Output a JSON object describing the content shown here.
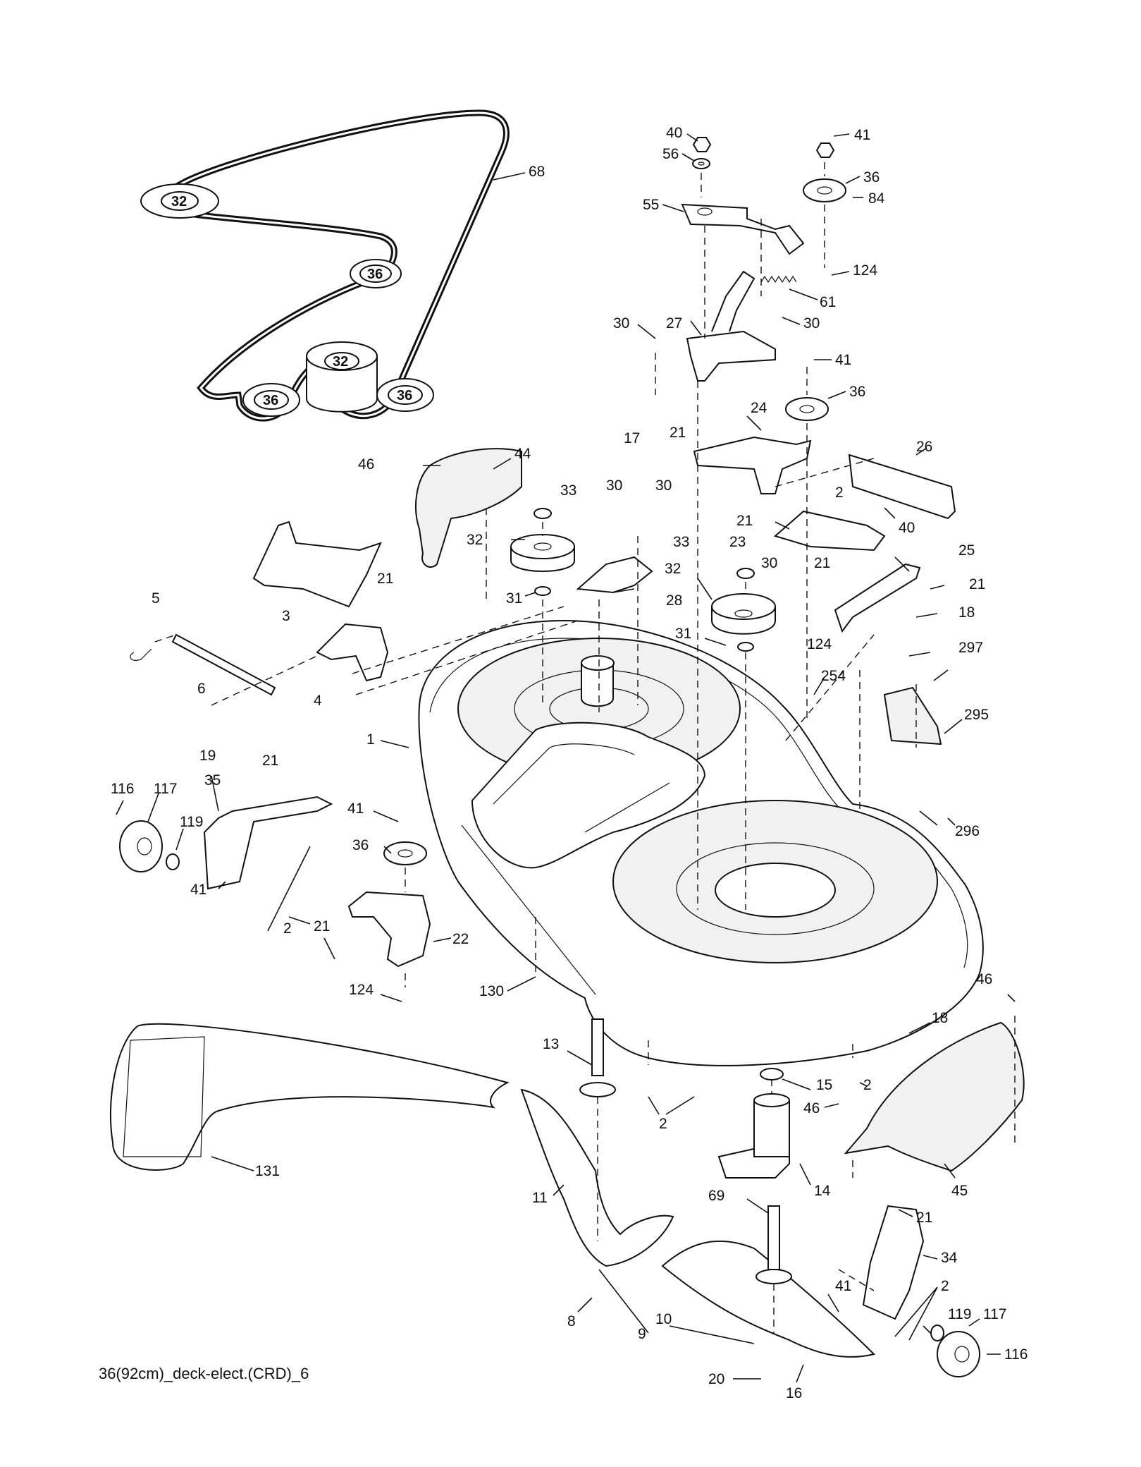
{
  "caption": "36(92cm)_deck-elect.(CRD)_6",
  "belt_labels": {
    "pulley_a": "32",
    "pulley_b": "36",
    "pulley_c": "32",
    "pulley_d": "36",
    "pulley_e": "36",
    "belt": "68"
  },
  "callouts": {
    "c40": "40",
    "c56": "56",
    "c55": "55",
    "c41a": "41",
    "c36a": "36",
    "c84": "84",
    "c124a": "124",
    "c61": "61",
    "c30a": "30",
    "c27": "27",
    "c30b": "30",
    "c41b": "41",
    "c36b": "36",
    "c24": "24",
    "c21a": "21",
    "c17": "17",
    "c26": "26",
    "c46a": "46",
    "c44": "44",
    "c33a": "33",
    "c30c": "30",
    "c30d": "30",
    "c2a": "2",
    "c40b": "40",
    "c21b": "21",
    "c23": "23",
    "c33b": "33",
    "c30e": "30",
    "c21c": "21",
    "c25": "25",
    "c21d": "21",
    "c32a": "32",
    "c32b": "32",
    "c18a": "18",
    "c5": "5",
    "c3": "3",
    "c21e": "21",
    "c31a": "31",
    "c28": "28",
    "c31b": "31",
    "c124b": "124",
    "c297": "297",
    "c6": "6",
    "c4": "4",
    "c254": "254",
    "c295": "295",
    "c1": "1",
    "c19": "19",
    "c21f": "21",
    "c35": "35",
    "c116a": "116",
    "c117a": "117",
    "c119a": "119",
    "c41c": "41",
    "c36c": "36",
    "c296": "296",
    "c41d": "41",
    "c2b": "2",
    "c21g": "21",
    "c22": "22",
    "c124c": "124",
    "c130": "130",
    "c46b": "46",
    "c18b": "18",
    "c13": "13",
    "c15": "15",
    "c2c": "2",
    "c46c": "46",
    "c2d": "2",
    "c131": "131",
    "c11": "11",
    "c14": "14",
    "c45": "45",
    "c69": "69",
    "c21h": "21",
    "c34": "34",
    "c41e": "41",
    "c2e": "2",
    "c119b": "119",
    "c117b": "117",
    "c8": "8",
    "c9": "9",
    "c10": "10",
    "c116b": "116",
    "c20": "20",
    "c16": "16"
  }
}
